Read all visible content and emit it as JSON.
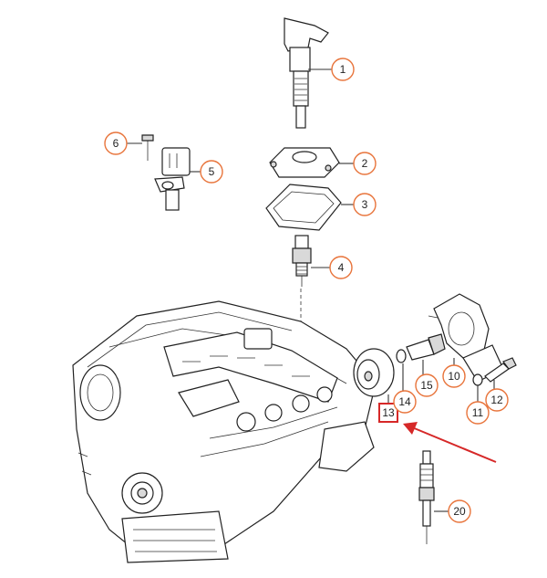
{
  "callouts": [
    {
      "id": "c1",
      "label": "1"
    },
    {
      "id": "c2",
      "label": "2"
    },
    {
      "id": "c3",
      "label": "3"
    },
    {
      "id": "c4",
      "label": "4"
    },
    {
      "id": "c5",
      "label": "5"
    },
    {
      "id": "c6",
      "label": "6"
    },
    {
      "id": "c10",
      "label": "10"
    },
    {
      "id": "c11",
      "label": "11"
    },
    {
      "id": "c12",
      "label": "12"
    },
    {
      "id": "c13",
      "label": "13"
    },
    {
      "id": "c14",
      "label": "14"
    },
    {
      "id": "c15",
      "label": "15"
    },
    {
      "id": "c20",
      "label": "20"
    }
  ],
  "colors": {
    "callout_circle": "#e8743b",
    "highlight_box": "#d62828",
    "arrow": "#d62828",
    "lineart": "#222222"
  },
  "highlighted_part": "13"
}
